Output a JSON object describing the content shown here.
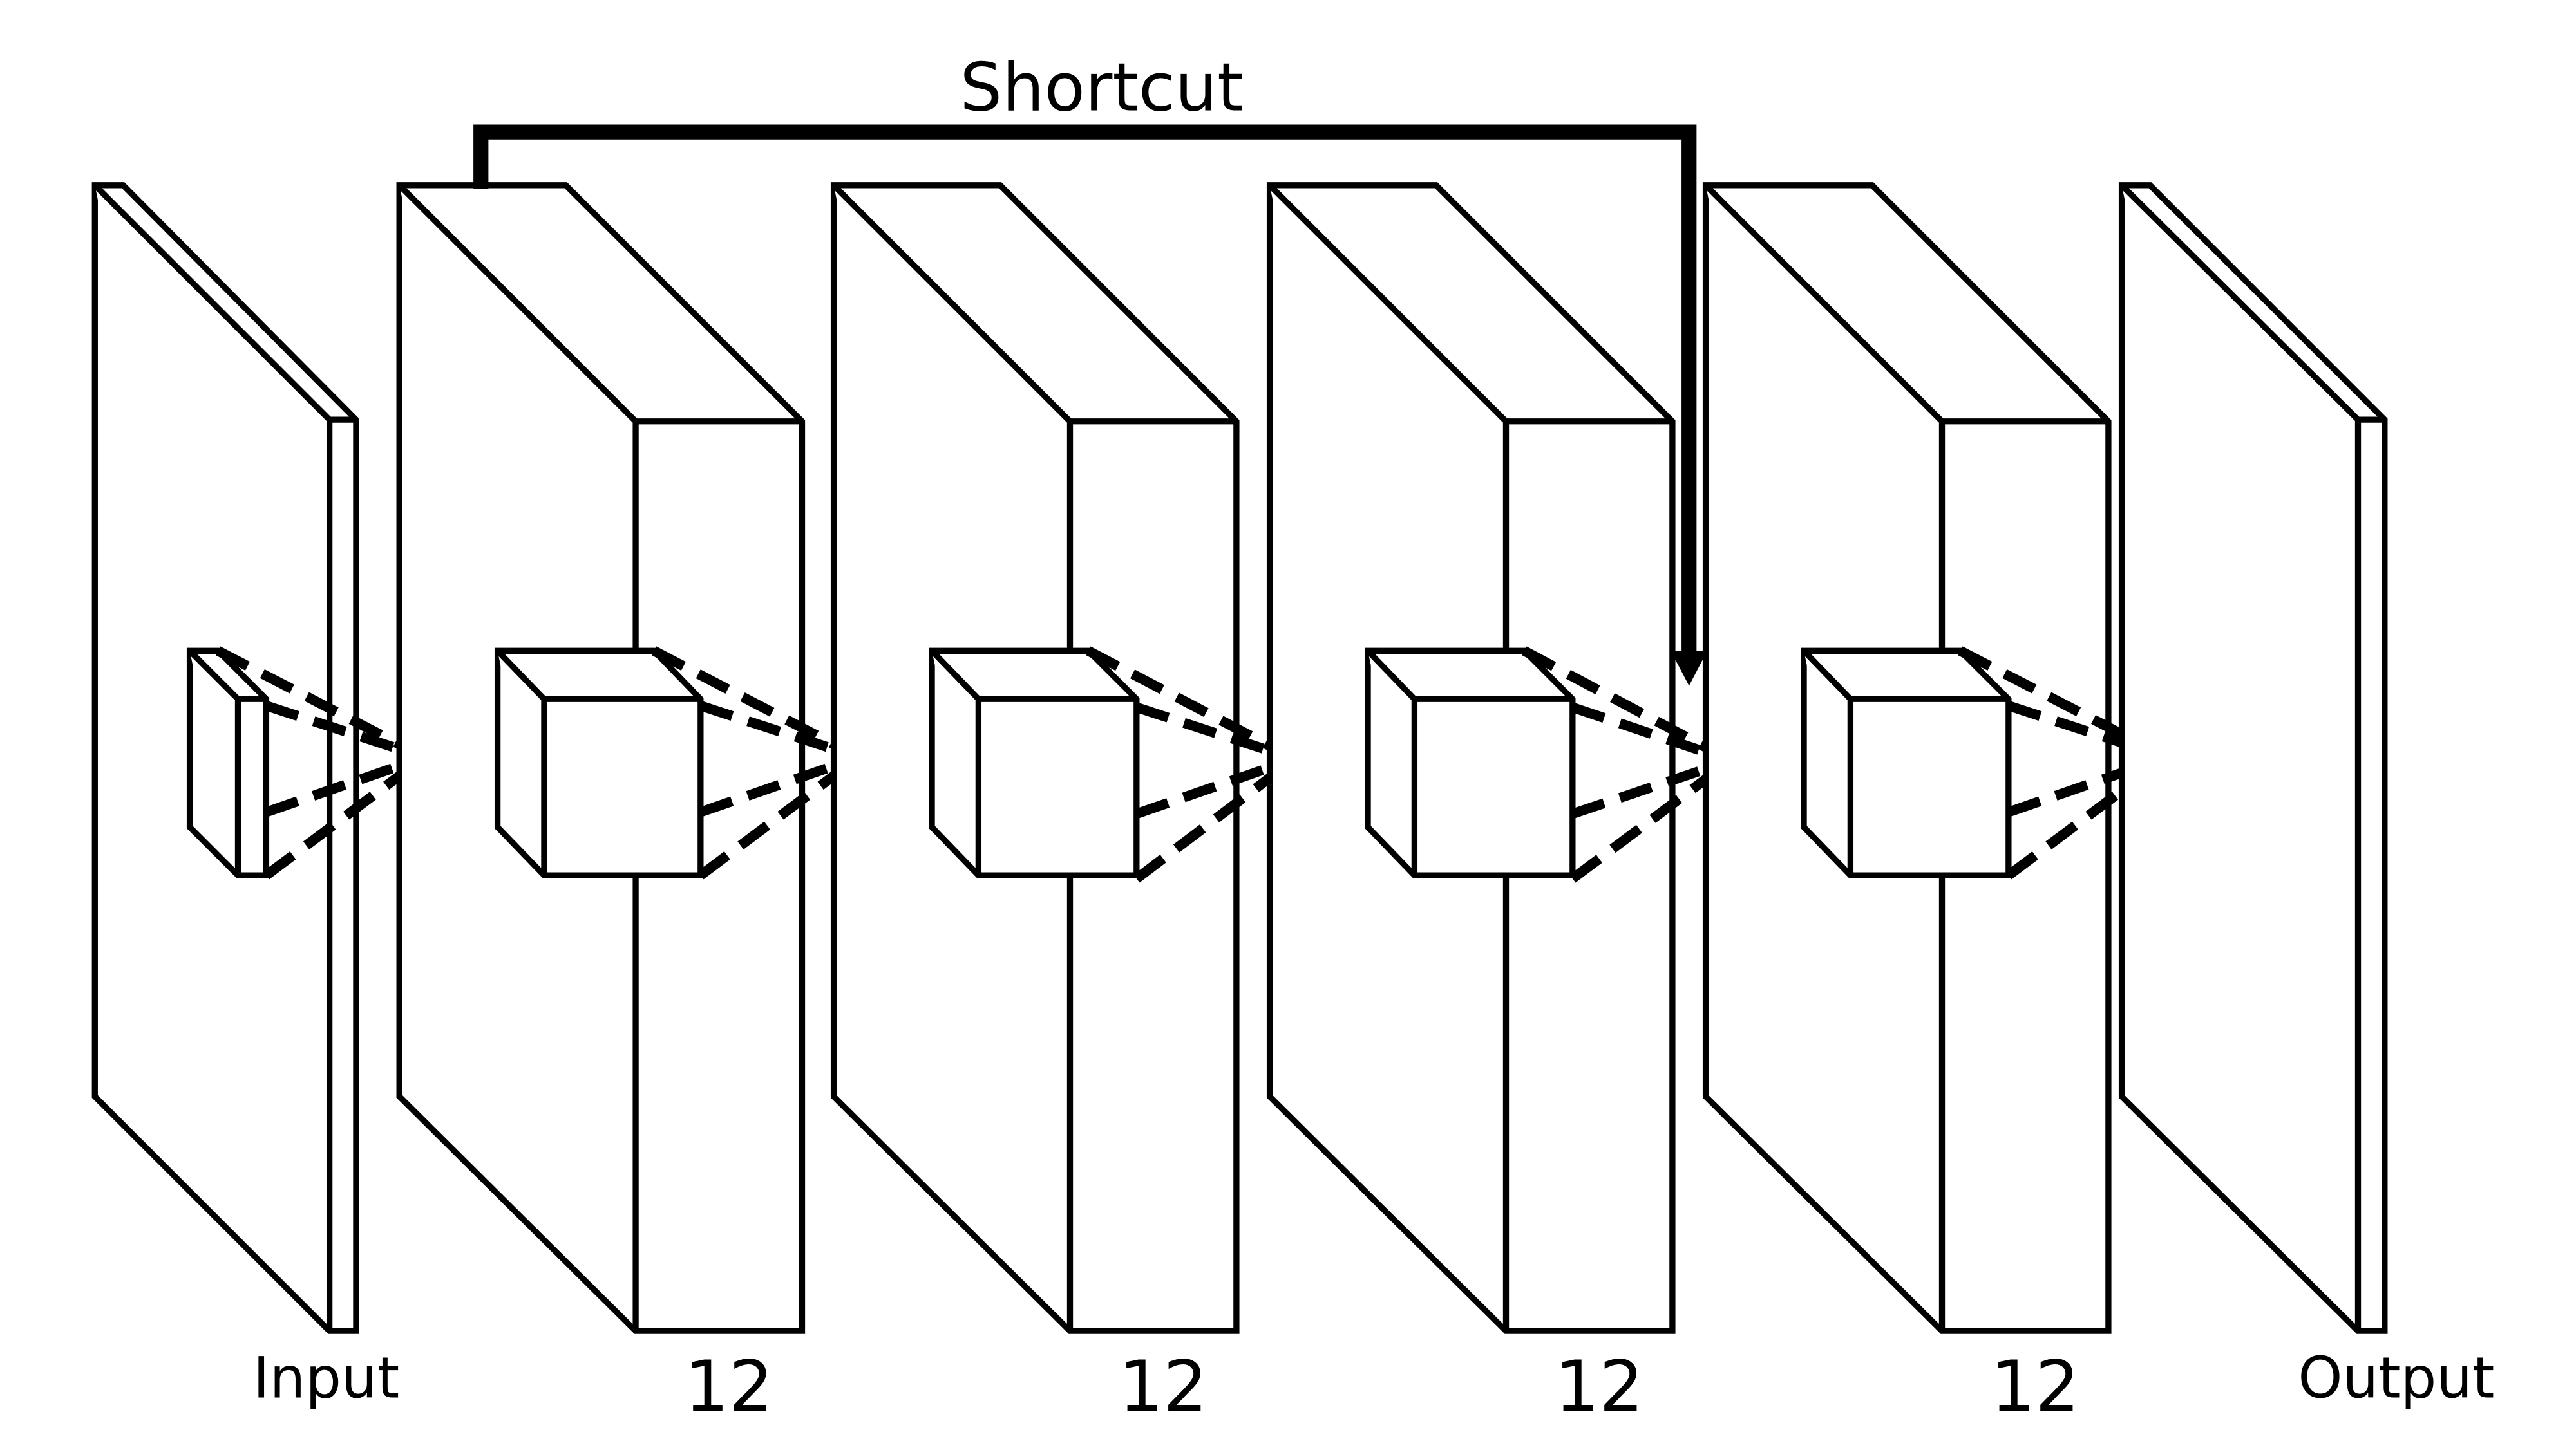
{
  "diagram": {
    "shortcut_label": "Shortcut",
    "layer_labels": [
      "Input",
      "12",
      "12",
      "12",
      "12",
      "Output"
    ],
    "layers": [
      {
        "name": "input",
        "thick": false,
        "has_kernel": true
      },
      {
        "name": "conv-1",
        "thick": true,
        "has_kernel": true
      },
      {
        "name": "conv-2",
        "thick": true,
        "has_kernel": true
      },
      {
        "name": "conv-3",
        "thick": true,
        "has_kernel": true
      },
      {
        "name": "conv-4",
        "thick": true,
        "has_kernel": true
      },
      {
        "name": "output",
        "thick": false,
        "has_kernel": false
      }
    ],
    "shortcut": {
      "from": "conv-1",
      "to": "conv-4"
    },
    "colors": {
      "stroke": "#000000",
      "fill": "#ffffff"
    }
  }
}
